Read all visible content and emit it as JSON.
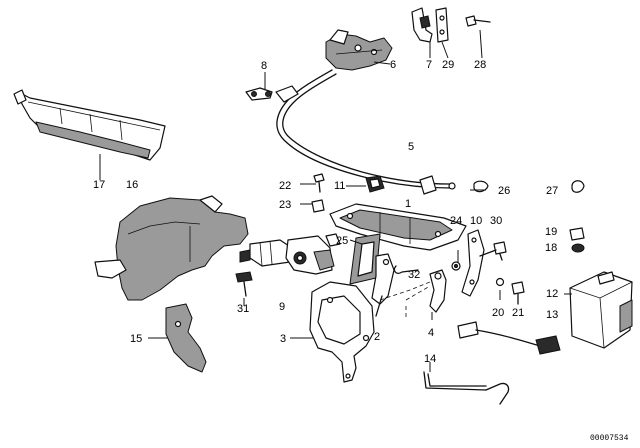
{
  "callouts": {
    "c1": "1",
    "c2": "2",
    "c3": "3",
    "c4": "4",
    "c5": "5",
    "c6": "6",
    "c7": "7",
    "c8": "8",
    "c9": "9",
    "c10": "10",
    "c11": "11",
    "c12": "12",
    "c13": "13",
    "c14": "14",
    "c15": "15",
    "c16": "16",
    "c17": "17",
    "c18": "18",
    "c19": "19",
    "c20": "20",
    "c21": "21",
    "c22": "22",
    "c23": "23",
    "c24": "24",
    "c25": "25",
    "c26": "26",
    "c27": "27",
    "c28": "28",
    "c29": "29",
    "c30": "30",
    "c31": "31",
    "c32": "32"
  },
  "drawing_code": "00007534"
}
